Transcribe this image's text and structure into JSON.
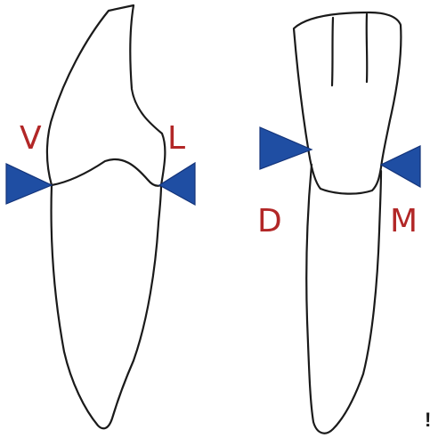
{
  "colors": {
    "marker_fill": "#1f4ea3",
    "marker_stroke": "#14347a",
    "label": "#b22727"
  },
  "views": [
    {
      "name": "proximal-view",
      "markers": [
        {
          "side": "left",
          "label": "V"
        },
        {
          "side": "right",
          "label": "L"
        }
      ]
    },
    {
      "name": "facial-view",
      "markers": [
        {
          "side": "left",
          "label": "D"
        },
        {
          "side": "right",
          "label": "M"
        }
      ]
    }
  ],
  "stray_mark": "!"
}
